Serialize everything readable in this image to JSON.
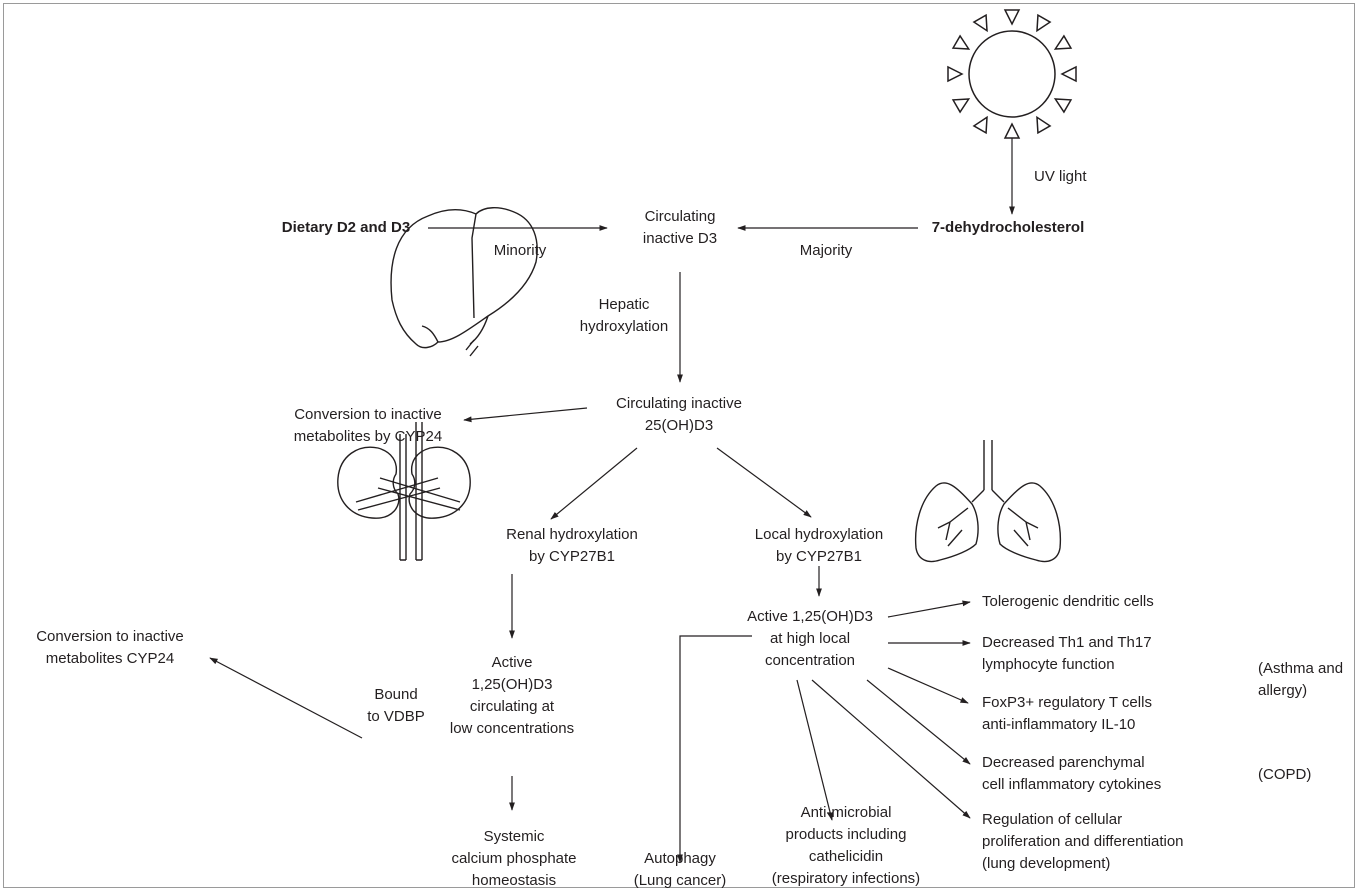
{
  "nodes": {
    "dietary": "Dietary D2 and D3",
    "dehydro": "7-dehydrocholesterol",
    "circ_d3": "Circulating\ninactive D3",
    "circ_25": "Circulating inactive\n25(OH)D3",
    "conv_cyp24_a": "Conversion to inactive\nmetabolites by CYP24",
    "renal": "Renal hydroxylation\nby CYP27B1",
    "local": "Local hydroxylation\nby CYP27B1",
    "active_low": "Active\n1,25(OH)D3\ncirculating at\nlow concentrations",
    "active_high": "Active 1,25(OH)D3\nat high local\nconcentration",
    "conv_cyp24_b": "Conversion to inactive\nmetabolites CYP24",
    "systemic": "Systemic\ncalcium phosphate\nhomeostasis",
    "autophagy": "Autophagy\n(Lung cancer)",
    "antimicrobial": "Anti-microbial\nproducts including\ncathelicidin\n(respiratory infections)",
    "tolerogenic": "Tolerogenic dendritic cells",
    "th1": "Decreased Th1 and Th17\nlymphocyte function",
    "foxp3": "FoxP3+ regulatory T cells\nanti-inflammatory IL-10",
    "parenchymal": "Decreased parenchymal\ncell inflammatory cytokines",
    "regulation": "Regulation of cellular\nproliferation and differentiation\n(lung development)"
  },
  "edge_labels": {
    "uv": "UV light",
    "minority": "Minority",
    "majority": "Majority",
    "hepatic": "Hepatic\nhydroxylation",
    "vdbp": "Bound\nto VDBP"
  },
  "annotations": {
    "asthma": "(Asthma and\nallergy)",
    "copd": "(COPD)"
  },
  "icons": [
    "sun-icon",
    "liver-icon",
    "kidney-icon",
    "lungs-icon"
  ],
  "colors": {
    "ink": "#231f20",
    "border": "#9a9a9a"
  }
}
